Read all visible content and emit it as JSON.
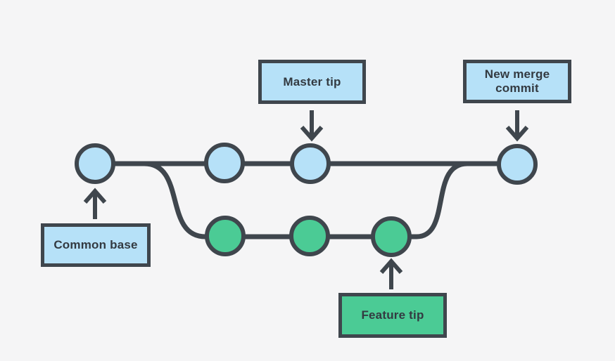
{
  "diagram": {
    "type": "git-branch-merge",
    "colors": {
      "background": "#f5f5f6",
      "stroke": "#3f464d",
      "master_commit_fill": "#b6e1f8",
      "feature_commit_fill": "#4bcb95",
      "label_text": "#333a41"
    },
    "master_branch": {
      "commit_count": 4,
      "nodes": [
        "common-base",
        "commit",
        "master-tip",
        "new-merge-commit"
      ]
    },
    "feature_branch": {
      "commit_count": 3,
      "nodes": [
        "commit",
        "commit",
        "feature-tip"
      ]
    },
    "labels": {
      "master_tip": "Master tip",
      "new_merge_commit": "New merge\ncommit",
      "common_base": "Common base",
      "feature_tip": "Feature tip"
    }
  }
}
